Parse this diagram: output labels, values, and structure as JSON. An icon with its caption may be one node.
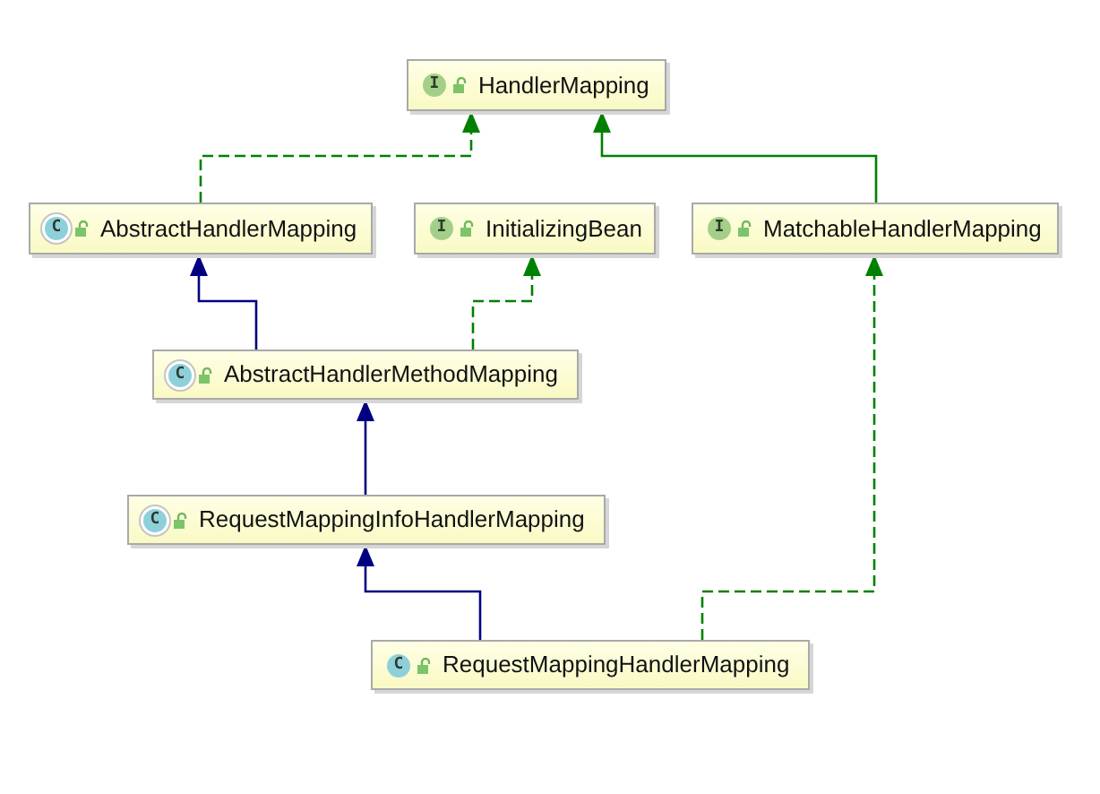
{
  "diagram": {
    "nodes": [
      {
        "text": [
          "I",
          "HandlerMapping"
        ]
      },
      {
        "text": [
          "C",
          "AbstractHandlerMapping"
        ]
      },
      {
        "text": [
          "I",
          "InitializingBean"
        ]
      },
      {
        "text": [
          "I",
          "MatchableHandlerMapping"
        ]
      },
      {
        "text": [
          "C",
          "AbstractHandlerMethodMapping"
        ]
      },
      {
        "text": [
          "C",
          "RequestMappingInfoHandlerMapping"
        ]
      },
      {
        "text": [
          "C",
          "RequestMappingHandlerMapping"
        ]
      }
    ],
    "edges": [
      {
        "from": 1,
        "to": 0,
        "arrow": "to",
        "style": "dashed"
      },
      {
        "from": 3,
        "to": 0,
        "arrow": "to"
      },
      {
        "from": 4,
        "to": 1,
        "arrow": "to",
        "color": "#000080"
      },
      {
        "from": 4,
        "to": 2,
        "arrow": "to",
        "style": "dashed"
      },
      {
        "from": 5,
        "to": 4,
        "arrow": "to",
        "color": "#000080"
      },
      {
        "from": 6,
        "to": 5,
        "arrow": "to",
        "color": "#000080"
      },
      {
        "from": 6,
        "to": 3,
        "arrow": "to",
        "style": "dashed"
      }
    ]
  }
}
